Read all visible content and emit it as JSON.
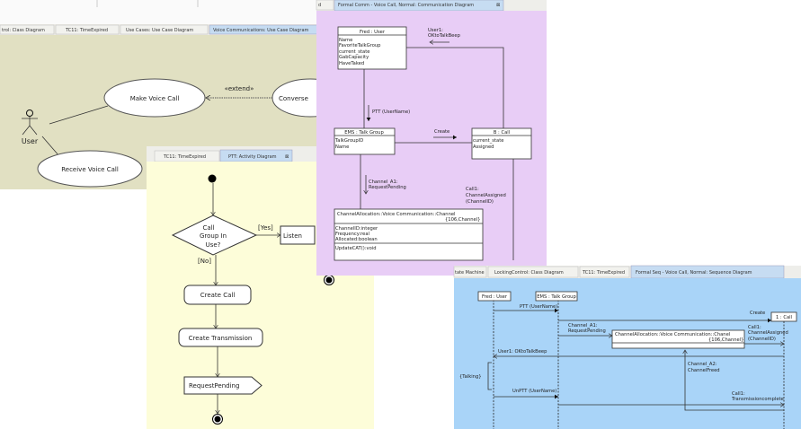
{
  "colors": {
    "usecase_bg": "#e1e0c2",
    "activity_bg": "#fdfdd9",
    "comm_bg": "#e8cdf6",
    "seq_bg": "#a9d4f8",
    "tab_selected": "#c6dcf2"
  },
  "usecase": {
    "tabs": [
      "trol: Class Diagram",
      "TC11: TimeExpired",
      "Use Cases: Use Case Diagram",
      "Voice Communications: Use Case Diagram"
    ],
    "actor": "User",
    "make_call": "Make Voice Call",
    "extend": "«extend»",
    "converse": "Converse",
    "receive": "Receive Voice Call"
  },
  "activity": {
    "tabs": [
      "TC11: TimeExpired",
      "PTT: Activity Diagram"
    ],
    "decision": [
      "Call",
      "Group In",
      "Use?"
    ],
    "yes": "[Yes]",
    "no": "[No]",
    "listen": "Listen",
    "create_call": "Create Call",
    "create_transmission": "Create Transmission",
    "request_pending": "RequestPending"
  },
  "comm": {
    "tabs": [
      "d",
      "Formal Comm - Voice Call, Normal: Communication Diagram"
    ],
    "fred": {
      "title": "Fred : User",
      "attrs": [
        "Name",
        "FavoriteTalkGroup",
        "current_state",
        "GabCapacity",
        "HaveTaked"
      ]
    },
    "ems": {
      "title": "EMS : Talk Group",
      "attrs": [
        "TalkGroupID",
        "Name"
      ]
    },
    "call": {
      "title": "B : Call",
      "attrs": [
        "current_state",
        "Assigned"
      ]
    },
    "channel": {
      "title": "ChannelAllocation::Voice Communication::Channel",
      "subtitle": "{106,Channel}",
      "attrs": [
        "ChannelID:integer",
        "Frequency:real",
        "Allocated:boolean"
      ],
      "ops": [
        "UpdateCAT():void"
      ]
    },
    "msgs": {
      "okbeep": [
        "User1:",
        "OKtoTalkBeep"
      ],
      "ptt": "PTT (UserName)",
      "create": "Create",
      "request": [
        "Channel_A1:",
        "RequestPending"
      ],
      "assigned": [
        "Call1:",
        "ChannelAssigned",
        "(ChannelID)"
      ]
    }
  },
  "seq": {
    "tabs": [
      "tate Machine",
      "LockingControl: Class Diagram",
      "TC11: TimeExpired",
      "Formal Seq - Voice Call, Normal: Sequence Diagram"
    ],
    "fred": "Fred : User",
    "ems": "EMS : Talk Group",
    "call": "1 : Call",
    "channel": [
      "ChannelAllocation::Voice Communication::Chanel",
      "{106,Channel}"
    ],
    "msgs": {
      "ptt": "PTT (UserName)",
      "create": "Create",
      "request": [
        "Channel_A1:",
        "RequestPending"
      ],
      "assigned": [
        "Call1:",
        "ChannelAssigned",
        "(ChannelID)"
      ],
      "okbeep": "User1: OKtoTalkBeep",
      "freed": [
        "Channel_A2:",
        "ChannelFreed"
      ],
      "talking": "{Talking}",
      "unptt": "UnPTT (UserName)",
      "complete": [
        "Call1:",
        "Transmissioncomplete"
      ]
    }
  }
}
